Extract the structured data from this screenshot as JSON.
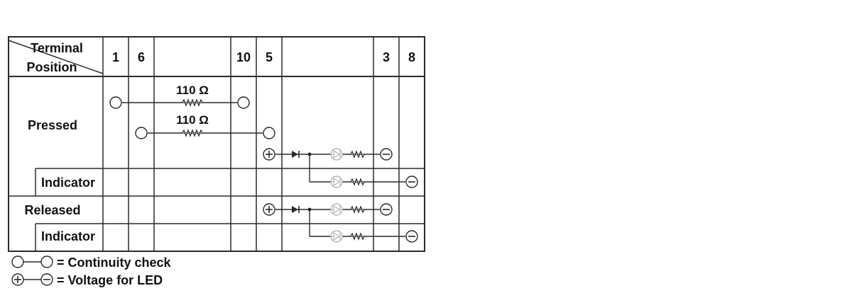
{
  "header": {
    "terminal_label": "Terminal",
    "position_label": "Position",
    "terminals": [
      "1",
      "6",
      "10",
      "5",
      "3",
      "8"
    ]
  },
  "rows": {
    "pressed": "Pressed",
    "pressed_indicator": "Indicator",
    "released": "Released",
    "released_indicator": "Indicator"
  },
  "resistors": {
    "r1_value": "110 Ω",
    "r2_value": "110 Ω"
  },
  "legend": {
    "continuity": "= Continuity check",
    "voltage": "= Voltage for LED"
  },
  "colors": {
    "line": "#2a2a2a",
    "led_gray": "#b5b5b5"
  }
}
